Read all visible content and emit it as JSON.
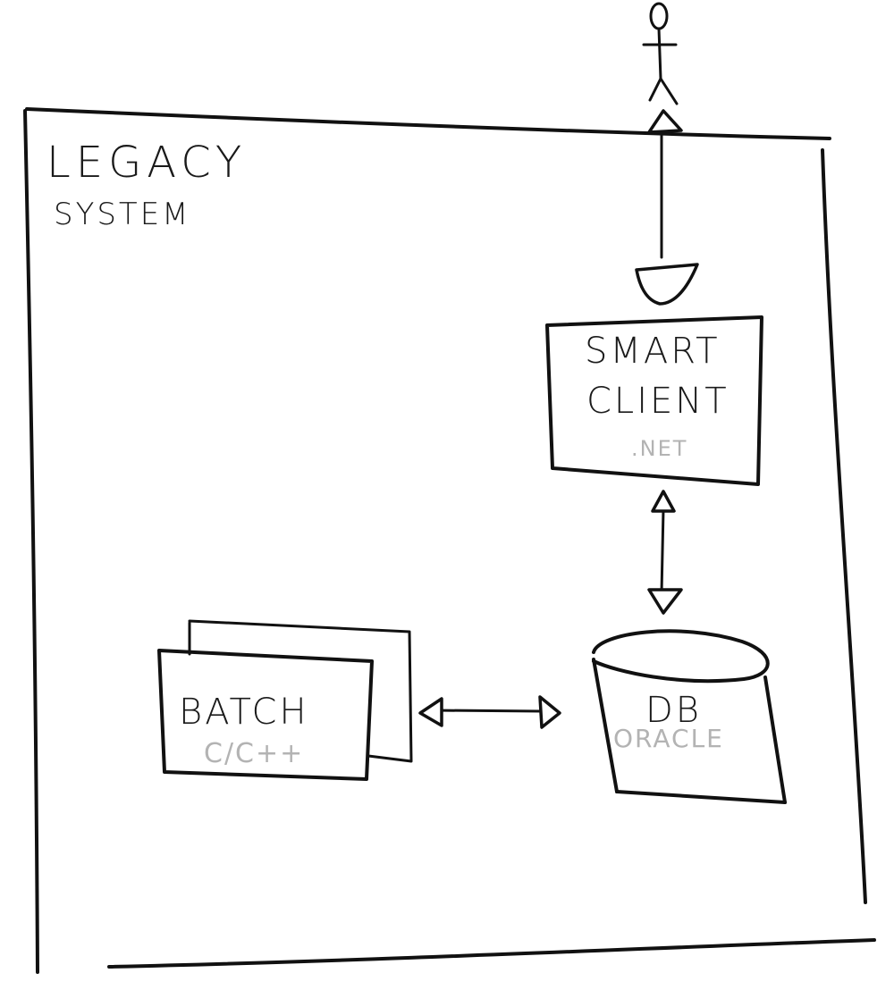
{
  "diagram": {
    "system": {
      "title": "LEGACY",
      "subtitle": "SYSTEM"
    },
    "smart_client": {
      "line1": "SMART",
      "line2": "CLIENT",
      "tech": ".NET"
    },
    "batch": {
      "label": "BATCH",
      "tech": "C/C++"
    },
    "database": {
      "label": "DB",
      "tech": "ORACLE"
    },
    "colors": {
      "ink": "#111111",
      "tech_gray": "#b3b3b3",
      "background": "#ffffff"
    },
    "icons": [
      "stick-figure-user-icon",
      "arrow-head-icon"
    ]
  }
}
